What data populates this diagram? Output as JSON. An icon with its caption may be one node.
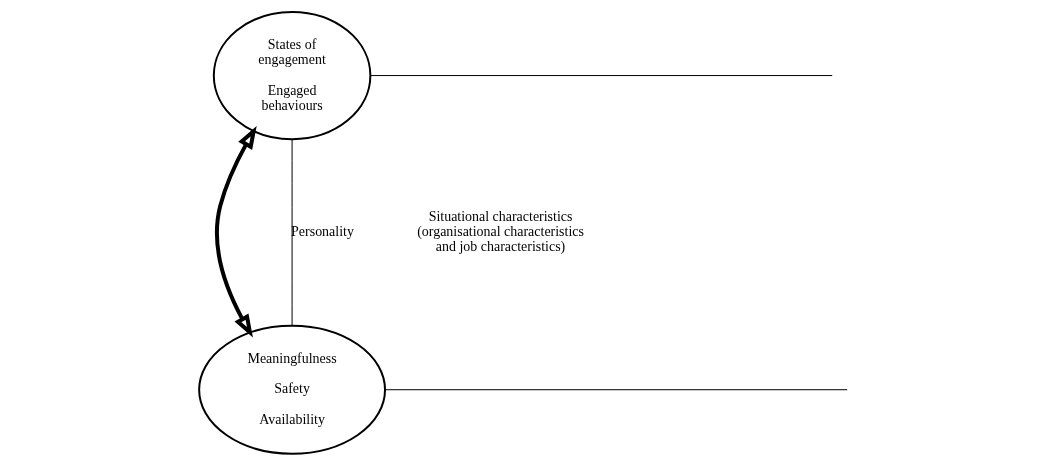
{
  "diagram": {
    "nodes": [
      {
        "text": [
          "States of engagement",
          "Engaged behaviours"
        ]
      },
      {
        "text": [
          "Meaningfulness",
          "Safety",
          "Availability"
        ]
      }
    ],
    "edges": [
      {
        "from": 0,
        "to": 1,
        "arrow": "both",
        "style": "thick"
      },
      {
        "from": 0,
        "to": 1,
        "arrow": "none",
        "label": "Personality"
      },
      {
        "from": 0,
        "to": null,
        "arrow": "none"
      },
      {
        "from": 1,
        "to": null,
        "arrow": "none"
      }
    ],
    "labels": [
      "Situational characteristics (organisational characteristics and job characteristics)"
    ]
  }
}
